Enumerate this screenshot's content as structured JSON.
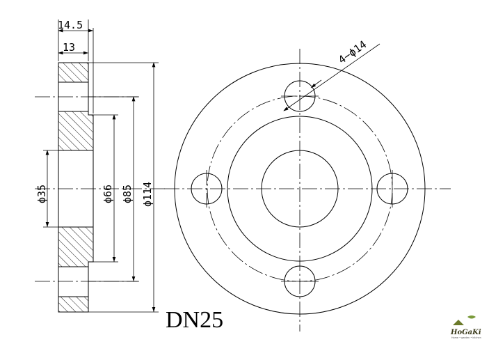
{
  "dimensions": {
    "thickness_total": "14.5",
    "thickness_flange": "13",
    "bore_diameter": "ϕ35",
    "raised_face_diameter": "ϕ66",
    "bolt_circle_diameter": "ϕ85",
    "outer_diameter": "ϕ114",
    "bolt_holes": "4−ϕ14"
  },
  "title": "DN25",
  "logo": {
    "name": "HoGaKi",
    "tagline": "Home • garden • kitchen"
  }
}
